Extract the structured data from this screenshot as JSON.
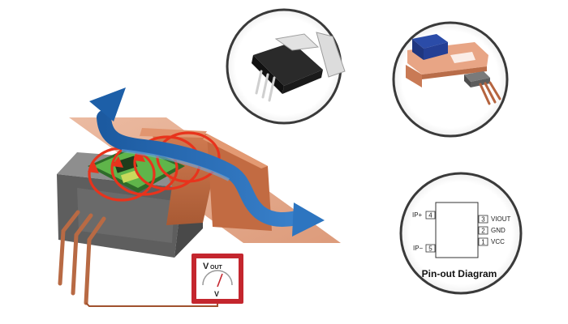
{
  "meter": {
    "title_main": "V",
    "title_sub": "OUT",
    "unit": "V"
  },
  "pinout": {
    "title": "Pin-out Diagram",
    "left_pins": [
      {
        "label": "IP+",
        "number": "4"
      },
      {
        "label": "IP−",
        "number": "5"
      }
    ],
    "right_pins": [
      {
        "number": "3",
        "label": "VIOUT"
      },
      {
        "number": "2",
        "label": "GND"
      },
      {
        "number": "1",
        "label": "VCC"
      }
    ]
  },
  "colors": {
    "copper": "#c8734a",
    "copper_light": "#e8b59a",
    "field_arrow": "#2a6db5",
    "magnetic_loop": "#e8331c",
    "circuit_board": "#4fa83a",
    "package_gray": "#6e6e6e",
    "meter_red": "#c4262e"
  },
  "icons": [
    "ic-package-icon",
    "sensor-module-icon",
    "voltmeter-icon"
  ]
}
